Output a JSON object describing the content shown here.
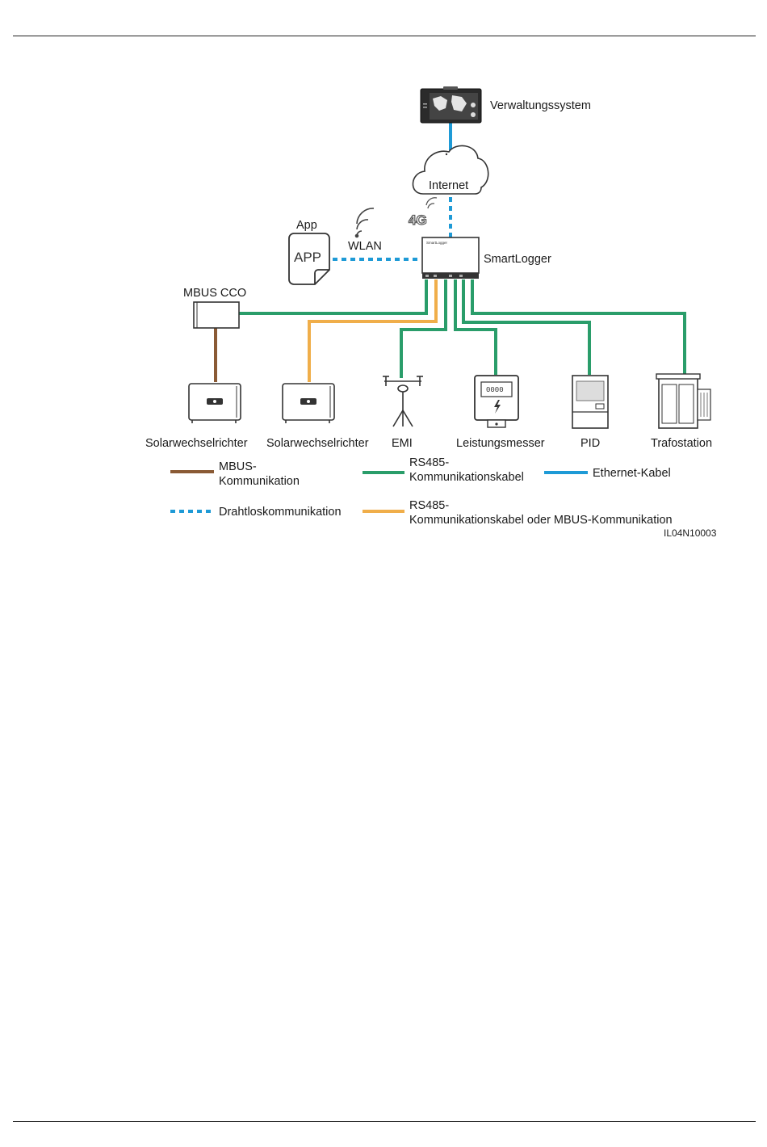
{
  "colors": {
    "mbus": "#8a5a35",
    "rs485": "#2a9d6a",
    "ethernet": "#1e9ad6",
    "wireless": "#1e9ad6",
    "rs485_or_mbus": "#f0ae4a",
    "device_stroke": "#333333"
  },
  "nodes": {
    "management": "Verwaltungssystem",
    "internet": "Internet",
    "four_g": "4G",
    "app_caption": "App",
    "app_text": "APP",
    "wlan": "WLAN",
    "smartlogger": "SmartLogger",
    "smartlogger_brand": "SmartLogger",
    "mbus_cco": "MBUS CCO",
    "inverter1": "Solarwechselrichter",
    "inverter2": "Solarwechselrichter",
    "emi": "EMI",
    "meter": "Leistungsmesser",
    "meter_display": "0000",
    "pid": "PID",
    "substation": "Trafostation"
  },
  "legend": {
    "mbus_line1": "MBUS-",
    "mbus_line2": "Kommunikation",
    "rs485_line1": "RS485-",
    "rs485_line2": "Kommunikationskabel",
    "ethernet": "Ethernet-Kabel",
    "wireless": "Drahtloskommunikation",
    "rs485_mbus_line1": "RS485-",
    "rs485_mbus_line2": "Kommunikationskabel oder MBUS-Kommunikation"
  },
  "figure_id": "IL04N10003"
}
